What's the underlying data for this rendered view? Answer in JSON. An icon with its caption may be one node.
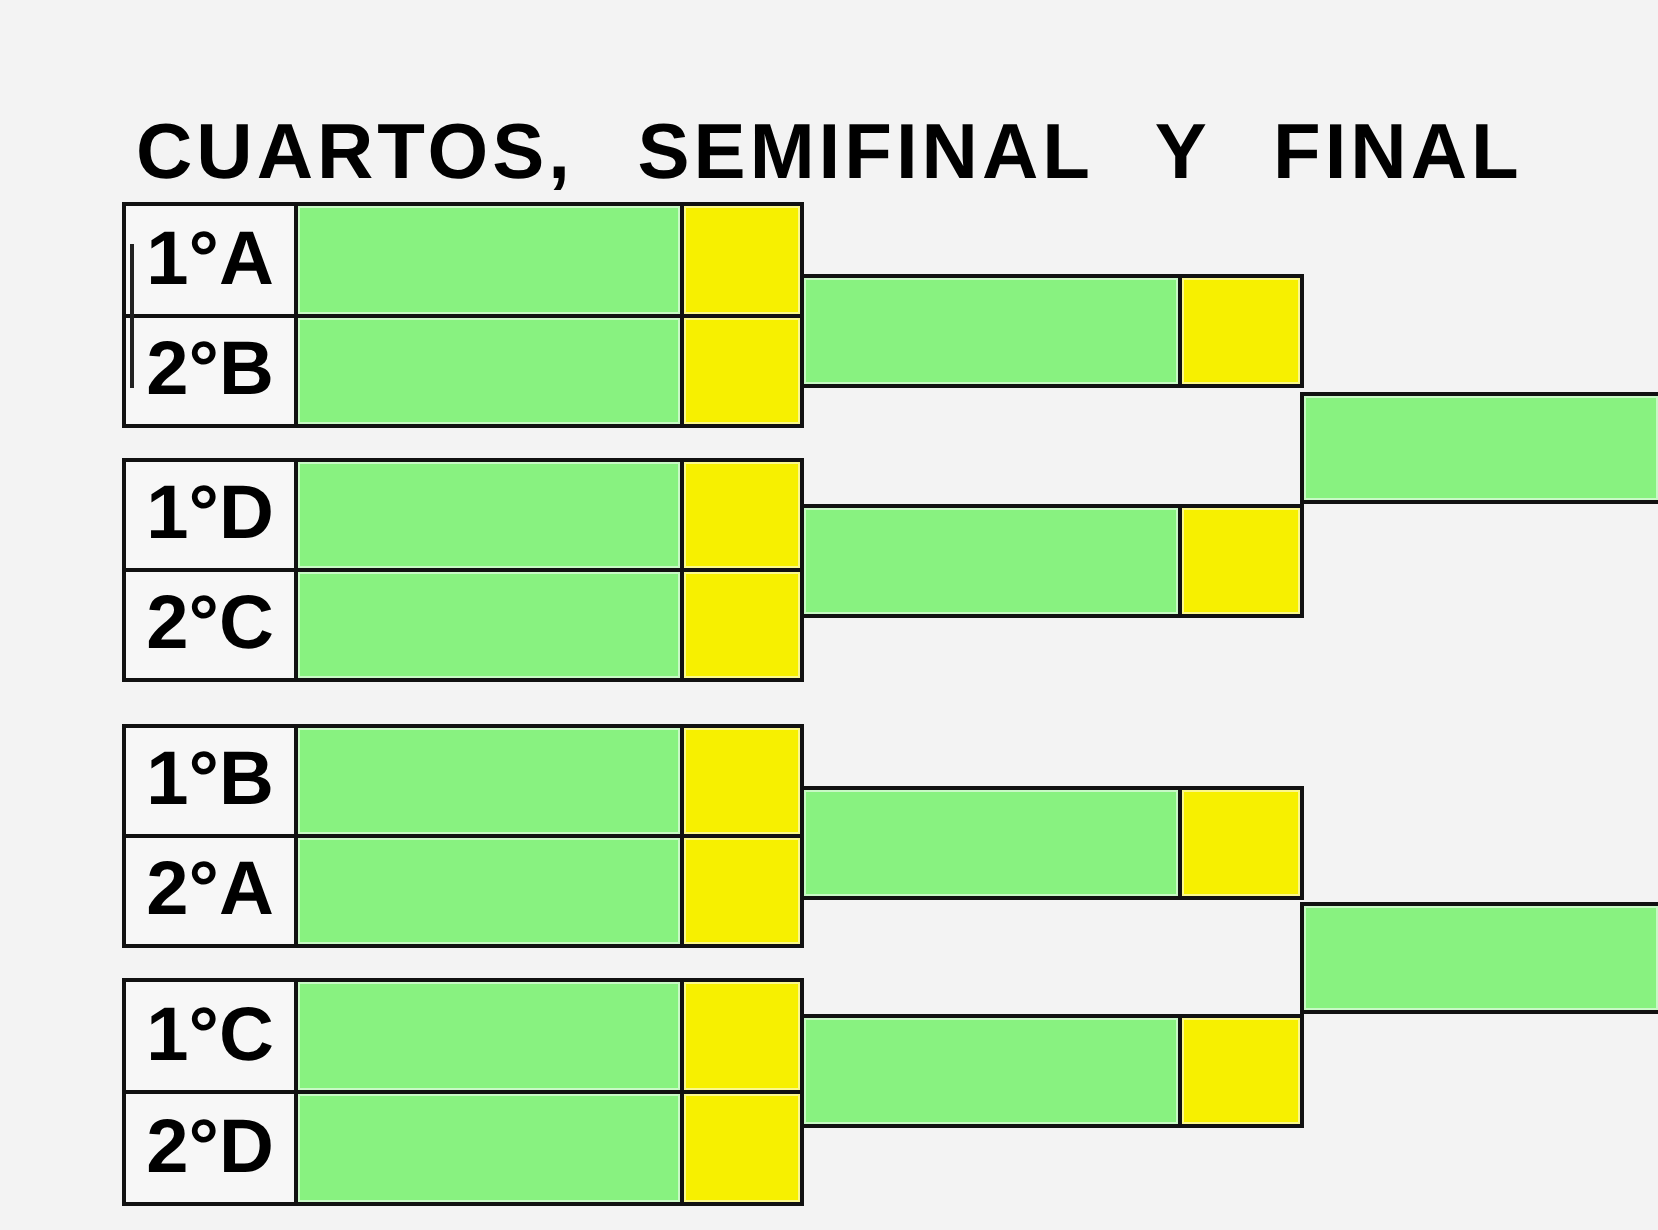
{
  "diagram": {
    "title": "CUARTOS, SEMIFINAL Y FINAL",
    "nodes": [
      {
        "text": [
          "1°A"
        ]
      },
      {
        "text": [],
        "shape": "box"
      },
      {
        "text": [],
        "shape": "box"
      },
      {
        "text": [
          "2°B"
        ]
      },
      {
        "text": [],
        "shape": "box"
      },
      {
        "text": [],
        "shape": "box"
      },
      {
        "text": [
          "1°D"
        ]
      },
      {
        "text": [],
        "shape": "box"
      },
      {
        "text": [],
        "shape": "box"
      },
      {
        "text": [
          "2°C"
        ]
      },
      {
        "text": [],
        "shape": "box"
      },
      {
        "text": [],
        "shape": "box"
      },
      {
        "text": [
          "1°B"
        ]
      },
      {
        "text": [],
        "shape": "box"
      },
      {
        "text": [],
        "shape": "box"
      },
      {
        "text": [
          "2°A"
        ]
      },
      {
        "text": [],
        "shape": "box"
      },
      {
        "text": [],
        "shape": "box"
      },
      {
        "text": [
          "1°C"
        ]
      },
      {
        "text": [],
        "shape": "box"
      },
      {
        "text": [],
        "shape": "box"
      },
      {
        "text": [
          "2°D"
        ]
      },
      {
        "text": [],
        "shape": "box"
      },
      {
        "text": [],
        "shape": "box"
      },
      {
        "text": [],
        "shape": "box"
      },
      {
        "text": [],
        "shape": "box"
      },
      {
        "text": [],
        "shape": "box"
      },
      {
        "text": [],
        "shape": "box"
      },
      {
        "text": [],
        "shape": "box"
      },
      {
        "text": [],
        "shape": "box"
      },
      {
        "text": [],
        "shape": "box"
      },
      {
        "text": [],
        "shape": "box"
      },
      {
        "text": [],
        "shape": "box"
      },
      {
        "text": [],
        "shape": "box"
      }
    ]
  }
}
